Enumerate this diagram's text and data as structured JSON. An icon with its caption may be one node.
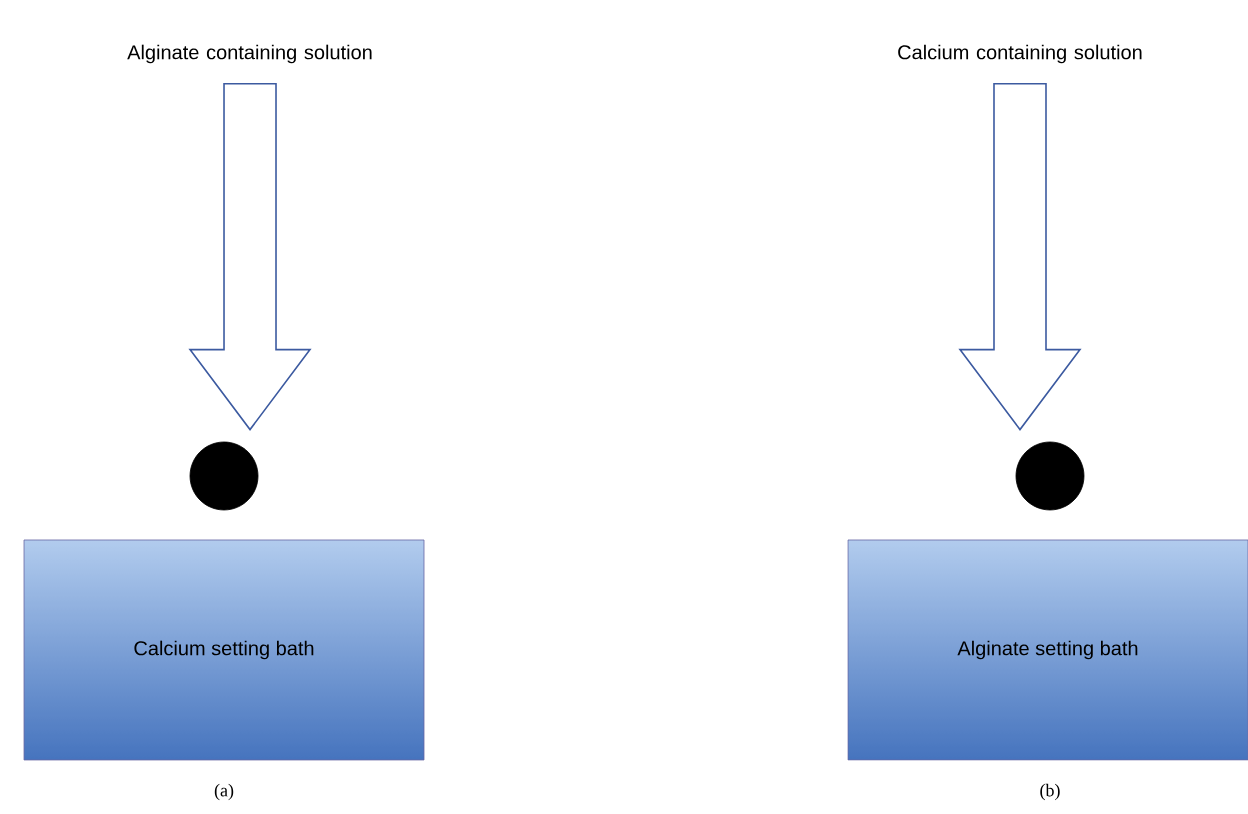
{
  "diagram": {
    "nodes": [
      {
        "text": [
          "Alginate containing solution"
        ]
      },
      {
        "text": [],
        "shape": "circle"
      },
      {
        "text": [
          "Calcium setting bath"
        ]
      },
      {
        "text": [
          "Calcium containing solution"
        ]
      },
      {
        "text": [],
        "shape": "circle"
      },
      {
        "text": [
          "Alginate setting bath"
        ]
      }
    ],
    "edges": [
      {
        "from": 0,
        "to": 1,
        "arrow": "to"
      },
      {
        "from": 3,
        "to": 4,
        "arrow": "to"
      }
    ],
    "labels": [
      "(a)",
      "(b)"
    ]
  }
}
